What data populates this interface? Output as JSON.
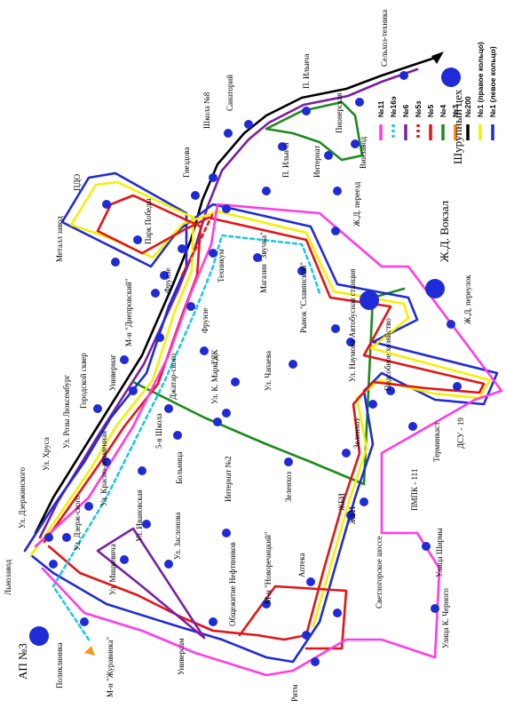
{
  "legend": [
    {
      "label": "№1 (левое кольцо)",
      "color": "#1f2bd6",
      "dash": "solid"
    },
    {
      "label": "№1 (правое кольцо)",
      "color": "#f4f000",
      "dash": "solid"
    },
    {
      "label": "№200",
      "color": "#000000",
      "dash": "solid"
    },
    {
      "label": "№3",
      "color": "#ff7f00",
      "dash": "solid"
    },
    {
      "label": "№4",
      "color": "#1b8a1b",
      "dash": "solid"
    },
    {
      "label": "№5",
      "color": "#e41414",
      "dash": "solid"
    },
    {
      "label": "№5з",
      "color": "#e41414",
      "dash": "dashed"
    },
    {
      "label": "№6",
      "color": "#7a1fa2",
      "dash": "solid"
    },
    {
      "label": "№16э",
      "color": "#1ec8e6",
      "dash": "dashed"
    },
    {
      "label": "№11",
      "color": "#ff3ce6",
      "dash": "solid"
    }
  ],
  "places": {
    "ap3": "АП №3",
    "shurupny": "Шурупный цех",
    "vokzal": "Ж.Д. Вокзал",
    "selhoz": "Сельхоз-техника",
    "p_ilyicha_1": "П. Ильича",
    "p_ilyicha_2": "П. Ильича",
    "vinzavod": "Винзавод",
    "pionerskaya": "Пионерская",
    "internat": "Интернат",
    "sanatoriy": "Санаторий",
    "shkola8": "Школа №8",
    "gnezdova": "Гнездова",
    "pdo": "ПДО",
    "metal_zavod": "Металл завод",
    "park_pobedy": "Парк Победы",
    "tehnikum": "Техникум",
    "mag_zvezdochka": "Магазин \"Звучна\"",
    "zhd_pereezd": "Ж.Д. переезд",
    "zhd_pereulok": "Ж.Д. переулок",
    "avtobus_st": "Автобусная станция",
    "rynok": "Рынок \"Славянский\"",
    "frunze_1": "Фрунзе",
    "frunze_2": "Фрунзе",
    "mn_dneprovsky": "М-н \"Днепровский\"",
    "univermag": "Универмаг",
    "gor_skver": "Городской сквер",
    "ul_rozy": "Ул. Розы Люксембург",
    "ul_karla": "Ул. К. Маркса",
    "gdk": "ГДК",
    "dzhatar": "Джатар-ского",
    "ul_chapaeva": "Ул. Чапаева",
    "ul_naumova": "Ул. Наумова",
    "podsob": "Подсобное хозяйство",
    "ul_hrusa": "Ул. Хруса",
    "ul_dzerzh_1": "Ул. Дзержинского",
    "ul_dzerzh_2": "Ул. Дзерж-ского",
    "ul_krasno": "Ул. Красно-знаменная",
    "shkola5": "5-я Школа",
    "bolnica": "Больница",
    "internat2": "Интернат №2",
    "zelenhoz_1": "Зеленхоз",
    "zelenhoz_2": "Зеленхоз",
    "terminkast": "Терминкаст",
    "dsu19": "ДСУ - 19",
    "ul_ivanovskaya": "Ул. Ивановская",
    "ul_zaslonova": "Ул. Заслонова",
    "gbi_1": "ЖБИ",
    "gbi_2": "ЖБИ",
    "pmpk": "ПМПК - 111",
    "ul_mitsevicha": "Ул. Мицкевича",
    "ul_shirmy": "Улица Ширмы",
    "ul_chernogo": "Улица К. Черного",
    "obshezhitie": "Общежитие Нефтяников",
    "mn_novoroch": "М-н \"Новоречицкий\"",
    "apteka": "Аптека",
    "svetlogor": "Светлогорское шоссе",
    "lyokozavod": "Льнозавод",
    "poliklinika": "Поликлиника",
    "mn_zhuravinka": "М-н \"Журавинка\"",
    "universam": "Универсам",
    "ritm": "Ритм"
  }
}
